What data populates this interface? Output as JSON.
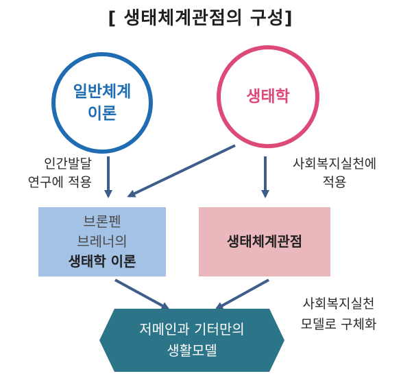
{
  "title": "[ 생태체계관점의 구성]",
  "colors": {
    "blue_accent": "#1f6cb3",
    "pink_accent": "#dd4a78",
    "blue_box": "#a4c2e6",
    "pink_box": "#eab8bc",
    "hexagon": "#2c7487",
    "arrow": "#3e5d8a"
  },
  "circles": {
    "general_systems": {
      "line1": "일반체계",
      "line2": "이론"
    },
    "ecology": {
      "line1": "생태학"
    }
  },
  "labels": {
    "left_arrow": {
      "line1": "인간발달",
      "line2": "연구에 적용"
    },
    "right_arrow": {
      "line1": "사회복지실천에",
      "line2": "적용"
    },
    "bottom_right": {
      "line1": "사회복지실천",
      "line2": "모델로 구체화"
    }
  },
  "boxes": {
    "bronfenbrenner": {
      "line1": "브론펜",
      "line2": "브레너의",
      "line3": "생태학 이론"
    },
    "ecosystems_perspective": {
      "line1": "생태체계관점"
    }
  },
  "result": {
    "line1": "저메인과 기터만의",
    "line2": "생활모델"
  }
}
